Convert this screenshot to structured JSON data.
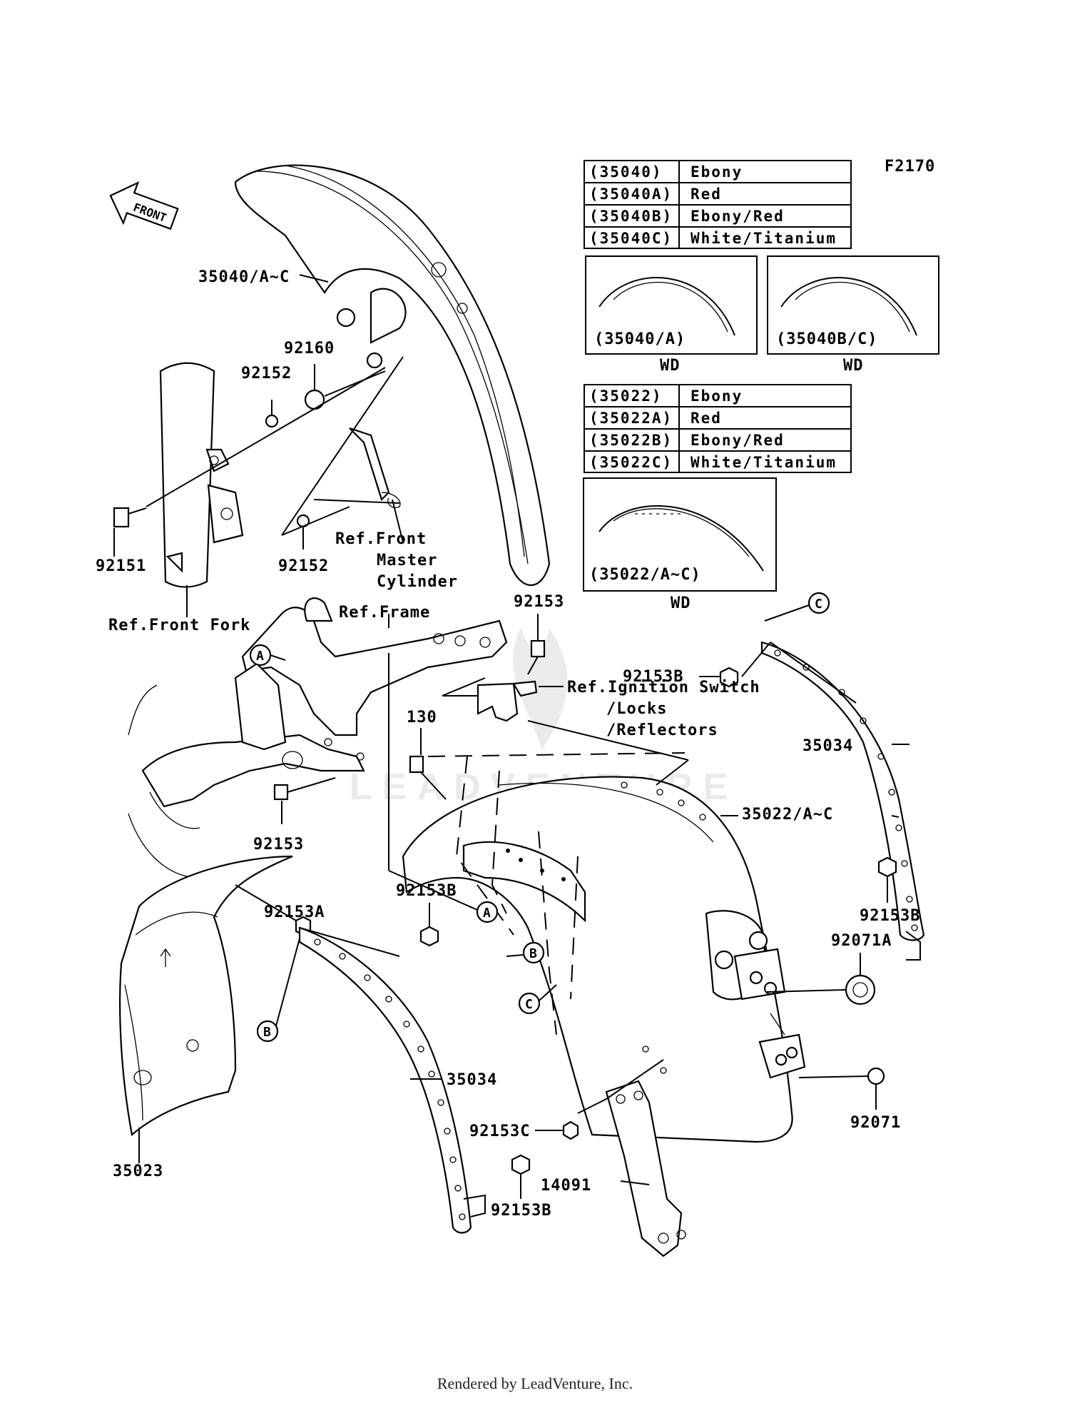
{
  "figure_code": "F2170",
  "front_arrow": "FRONT",
  "color_table_front": [
    {
      "code": "(35040)",
      "color": "Ebony"
    },
    {
      "code": "(35040A)",
      "color": "Red"
    },
    {
      "code": "(35040B)",
      "color": "Ebony/Red"
    },
    {
      "code": "(35040C)",
      "color": "White/Titanium"
    }
  ],
  "color_table_rear": [
    {
      "code": "(35022)",
      "color": "Ebony"
    },
    {
      "code": "(35022A)",
      "color": "Red"
    },
    {
      "code": "(35022B)",
      "color": "Ebony/Red"
    },
    {
      "code": "(35022C)",
      "color": "White/Titanium"
    }
  ],
  "insets": [
    {
      "label": "(35040/A)",
      "caption": "WD"
    },
    {
      "label": "(35040B/C)",
      "caption": "WD"
    },
    {
      "label": "(35022/A~C)",
      "caption": "WD"
    }
  ],
  "callouts": {
    "p35040": "35040/A~C",
    "p92160": "92160",
    "p92152a": "92152",
    "p92151": "92151",
    "p92152b": "92152",
    "ref_master_1": "Ref.Front",
    "ref_master_2": "Master",
    "ref_master_3": "Cylinder",
    "ref_fork": "Ref.Front Fork",
    "ref_frame": "Ref.Frame",
    "p92153a": "92153",
    "p92153b_top": "92153B",
    "ref_ign_1": "Ref.Ignition Switch",
    "ref_ign_2": "/Locks",
    "ref_ign_3": "/Reflectors",
    "p130": "130",
    "p35034_r": "35034",
    "p92153_l": "92153",
    "p35022": "35022/A~C",
    "p92153b_r": "92153B",
    "p92071a": "92071A",
    "p92153A": "92153A",
    "p92153b_mid": "92153B",
    "p35034_b": "35034",
    "p92071": "92071",
    "p92153c": "92153C",
    "p14091": "14091",
    "p35023": "35023",
    "p92153b_bot": "92153B"
  },
  "circle_markers": {
    "a": "A",
    "b": "B",
    "c": "C"
  },
  "watermark": "LEADVENTURE",
  "footer": "Rendered by LeadVenture, Inc."
}
